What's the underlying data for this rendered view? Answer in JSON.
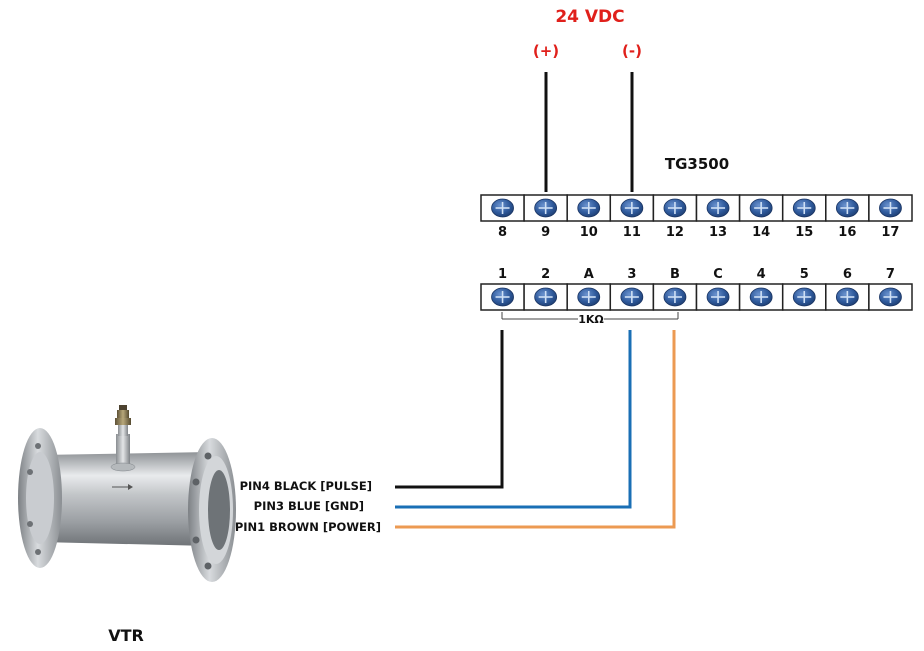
{
  "power": {
    "title": "24 VDC",
    "plus": "(+)",
    "minus": "(-)"
  },
  "device_name": "TG3500",
  "terminals_top": [
    "8",
    "9",
    "10",
    "11",
    "12",
    "13",
    "14",
    "15",
    "16",
    "17"
  ],
  "terminals_bottom": [
    "1",
    "2",
    "A",
    "3",
    "B",
    "C",
    "4",
    "5",
    "6",
    "7"
  ],
  "resistor": {
    "label": "1KΩ"
  },
  "wires": [
    {
      "label": "PIN4 BLACK [PULSE]",
      "color": "#111111"
    },
    {
      "label": "PIN3 BLUE [GND]",
      "color": "#1a6fb5"
    },
    {
      "label": "PIN1 BROWN [POWER]",
      "color": "#ec9a52"
    }
  ],
  "sensor_name": "VTR",
  "colors": {
    "accent_red": "#e0201b",
    "screw_blue": "#2f5a9c"
  }
}
